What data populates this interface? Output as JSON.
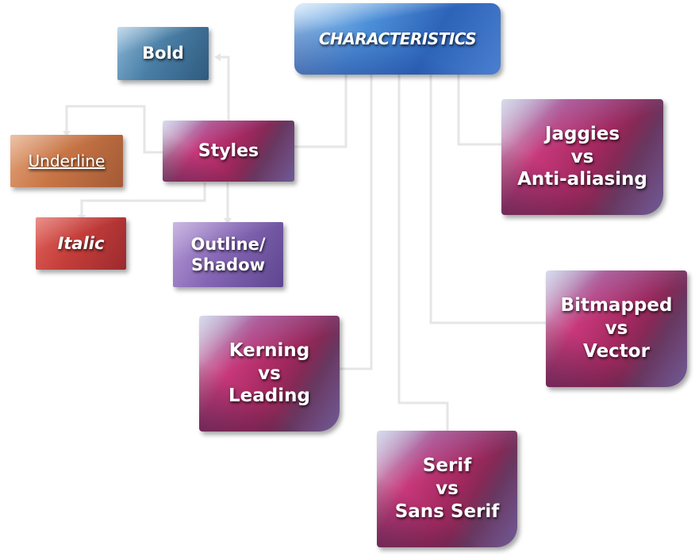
{
  "diagram": {
    "root": {
      "label": "CHARACTERISTICS"
    },
    "styles": {
      "label": "Styles"
    },
    "bold": {
      "label": "Bold"
    },
    "underline": {
      "label": "Underline"
    },
    "italic": {
      "label": "Italic"
    },
    "outline": {
      "line1": "Outline/",
      "line2": "Shadow"
    },
    "jaggies": {
      "line1": "Jaggies",
      "line2": "vs",
      "line3": "Anti-aliasing"
    },
    "bitmapped": {
      "line1": "Bitmapped",
      "line2": "vs",
      "line3": "Vector"
    },
    "kerning": {
      "line1": "Kerning",
      "line2": "vs",
      "line3": "Leading"
    },
    "serif": {
      "line1": "Serif",
      "line2": "vs",
      "line3": "Sans Serif"
    }
  },
  "colors": {
    "connector": "#e6e6e6",
    "root_blue": "#3f78cc",
    "pink": "#c8387a",
    "bold_blue": "#4a7fa6",
    "underline_orange": "#c87545",
    "italic_red": "#c43e3a",
    "outline_purple": "#8566b5"
  }
}
